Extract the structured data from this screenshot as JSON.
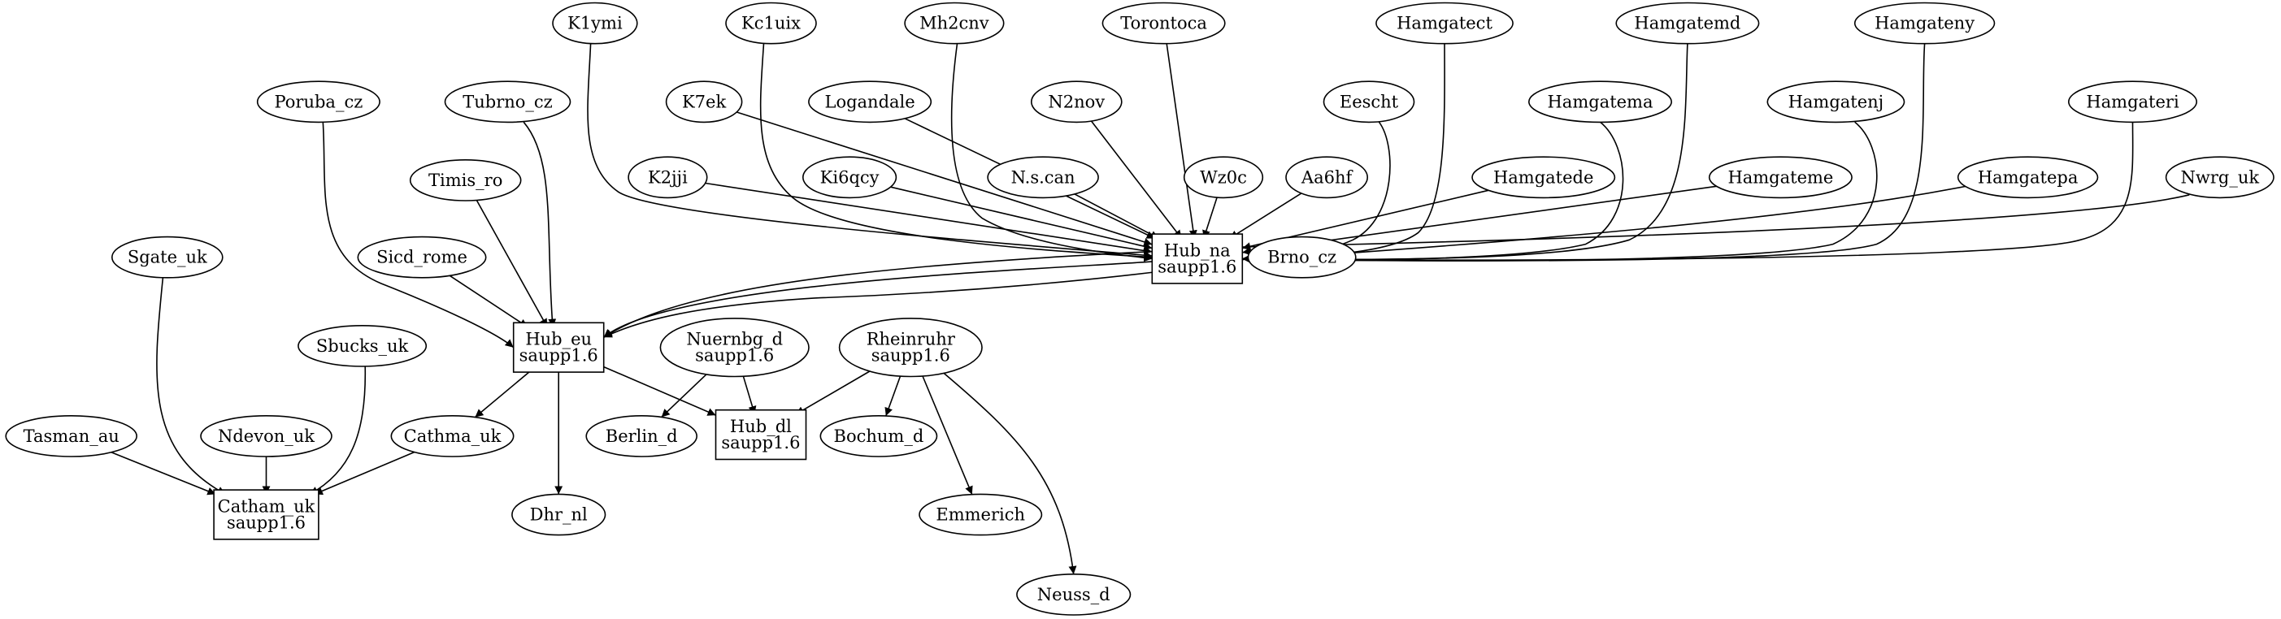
{
  "graph": {
    "nodes": [
      {
        "id": "K1ymi",
        "shape": "ellipse",
        "lines": [
          "K1ymi"
        ]
      },
      {
        "id": "Kc1uix",
        "shape": "ellipse",
        "lines": [
          "Kc1uix"
        ]
      },
      {
        "id": "Mh2cnv",
        "shape": "ellipse",
        "lines": [
          "Mh2cnv"
        ]
      },
      {
        "id": "Torontoca",
        "shape": "ellipse",
        "lines": [
          "Torontoca"
        ]
      },
      {
        "id": "Hamgatect",
        "shape": "ellipse",
        "lines": [
          "Hamgatect"
        ]
      },
      {
        "id": "Hamgatemd",
        "shape": "ellipse",
        "lines": [
          "Hamgatemd"
        ]
      },
      {
        "id": "Hamgateny",
        "shape": "ellipse",
        "lines": [
          "Hamgateny"
        ]
      },
      {
        "id": "Poruba_cz",
        "shape": "ellipse",
        "lines": [
          "Poruba_cz"
        ]
      },
      {
        "id": "Tubrno_cz",
        "shape": "ellipse",
        "lines": [
          "Tubrno_cz"
        ]
      },
      {
        "id": "K7ek",
        "shape": "ellipse",
        "lines": [
          "K7ek"
        ]
      },
      {
        "id": "Logandale",
        "shape": "ellipse",
        "lines": [
          "Logandale"
        ]
      },
      {
        "id": "N2nov",
        "shape": "ellipse",
        "lines": [
          "N2nov"
        ]
      },
      {
        "id": "Eescht",
        "shape": "ellipse",
        "lines": [
          "Eescht"
        ]
      },
      {
        "id": "Hamgatema",
        "shape": "ellipse",
        "lines": [
          "Hamgatema"
        ]
      },
      {
        "id": "Hamgatenj",
        "shape": "ellipse",
        "lines": [
          "Hamgatenj"
        ]
      },
      {
        "id": "Hamgateri",
        "shape": "ellipse",
        "lines": [
          "Hamgateri"
        ]
      },
      {
        "id": "Timis_ro",
        "shape": "ellipse",
        "lines": [
          "Timis_ro"
        ]
      },
      {
        "id": "K2jji",
        "shape": "ellipse",
        "lines": [
          "K2jji"
        ]
      },
      {
        "id": "Ki6qcy",
        "shape": "ellipse",
        "lines": [
          "Ki6qcy"
        ]
      },
      {
        "id": "Nscan",
        "shape": "ellipse",
        "lines": [
          "N.s.can"
        ]
      },
      {
        "id": "Wz0c",
        "shape": "ellipse",
        "lines": [
          "Wz0c"
        ]
      },
      {
        "id": "Aa6hf",
        "shape": "ellipse",
        "lines": [
          "Aa6hf"
        ]
      },
      {
        "id": "Hamgatede",
        "shape": "ellipse",
        "lines": [
          "Hamgatede"
        ]
      },
      {
        "id": "Hamgateme",
        "shape": "ellipse",
        "lines": [
          "Hamgateme"
        ]
      },
      {
        "id": "Hamgatepa",
        "shape": "ellipse",
        "lines": [
          "Hamgatepa"
        ]
      },
      {
        "id": "Nwrg_uk",
        "shape": "ellipse",
        "lines": [
          "Nwrg_uk"
        ]
      },
      {
        "id": "Sgate_uk",
        "shape": "ellipse",
        "lines": [
          "Sgate_uk"
        ]
      },
      {
        "id": "Sicd_rome",
        "shape": "ellipse",
        "lines": [
          "Sicd_rome"
        ]
      },
      {
        "id": "Hub_na",
        "shape": "box",
        "lines": [
          "Hub_na",
          "saupp1.6"
        ]
      },
      {
        "id": "Brno_cz",
        "shape": "ellipse",
        "lines": [
          "Brno_cz"
        ]
      },
      {
        "id": "Sbucks_uk",
        "shape": "ellipse",
        "lines": [
          "Sbucks_uk"
        ]
      },
      {
        "id": "Hub_eu",
        "shape": "box",
        "lines": [
          "Hub_eu",
          "saupp1.6"
        ]
      },
      {
        "id": "Nuernbg_d",
        "shape": "ellipse",
        "lines": [
          "Nuernbg_d",
          "saupp1.6"
        ]
      },
      {
        "id": "Rheinruhr",
        "shape": "ellipse",
        "lines": [
          "Rheinruhr",
          "saupp1.6"
        ]
      },
      {
        "id": "Tasman_au",
        "shape": "ellipse",
        "lines": [
          "Tasman_au"
        ]
      },
      {
        "id": "Ndevon_uk",
        "shape": "ellipse",
        "lines": [
          "Ndevon_uk"
        ]
      },
      {
        "id": "Cathma_uk",
        "shape": "ellipse",
        "lines": [
          "Cathma_uk"
        ]
      },
      {
        "id": "Berlin_d",
        "shape": "ellipse",
        "lines": [
          "Berlin_d"
        ]
      },
      {
        "id": "Hub_dl",
        "shape": "box",
        "lines": [
          "Hub_dl",
          "saupp1.6"
        ]
      },
      {
        "id": "Bochum_d",
        "shape": "ellipse",
        "lines": [
          "Bochum_d"
        ]
      },
      {
        "id": "Catham_uk",
        "shape": "box",
        "lines": [
          "Catham_uk",
          "saupp1.6"
        ]
      },
      {
        "id": "Dhr_nl",
        "shape": "ellipse",
        "lines": [
          "Dhr_nl"
        ]
      },
      {
        "id": "Emmerich",
        "shape": "ellipse",
        "lines": [
          "Emmerich"
        ]
      },
      {
        "id": "Neuss_d",
        "shape": "ellipse",
        "lines": [
          "Neuss_d"
        ]
      }
    ],
    "edges": [
      {
        "from": "K1ymi",
        "to": "Hub_na"
      },
      {
        "from": "Kc1uix",
        "to": "Hub_na"
      },
      {
        "from": "Mh2cnv",
        "to": "Hub_na"
      },
      {
        "from": "Torontoca",
        "to": "Hub_na"
      },
      {
        "from": "Hamgatect",
        "to": "Hub_na"
      },
      {
        "from": "Hamgatemd",
        "to": "Hub_na"
      },
      {
        "from": "Hamgateny",
        "to": "Hub_na"
      },
      {
        "from": "K7ek",
        "to": "Hub_na"
      },
      {
        "from": "Logandale",
        "to": "Hub_na"
      },
      {
        "from": "N2nov",
        "to": "Hub_na"
      },
      {
        "from": "Eescht",
        "to": "Hub_na"
      },
      {
        "from": "Hamgatema",
        "to": "Hub_na"
      },
      {
        "from": "Hamgatenj",
        "to": "Hub_na"
      },
      {
        "from": "Hamgateri",
        "to": "Hub_na"
      },
      {
        "from": "K2jji",
        "to": "Hub_na"
      },
      {
        "from": "Ki6qcy",
        "to": "Hub_na"
      },
      {
        "from": "Nscan",
        "to": "Hub_na"
      },
      {
        "from": "Wz0c",
        "to": "Hub_na"
      },
      {
        "from": "Aa6hf",
        "to": "Hub_na"
      },
      {
        "from": "Hamgatede",
        "to": "Hub_na"
      },
      {
        "from": "Hamgateme",
        "to": "Hub_na"
      },
      {
        "from": "Hamgatepa",
        "to": "Hub_na"
      },
      {
        "from": "Poruba_cz",
        "to": "Hub_eu"
      },
      {
        "from": "Tubrno_cz",
        "to": "Hub_eu"
      },
      {
        "from": "Timis_ro",
        "to": "Hub_eu"
      },
      {
        "from": "Sicd_rome",
        "to": "Hub_eu"
      },
      {
        "from": "Hub_na",
        "to": "Hub_eu"
      },
      {
        "from": "Nwrg_uk",
        "to": "Hub_eu"
      },
      {
        "from": "Brno_cz",
        "to": "Hub_eu"
      },
      {
        "from": "Hub_eu",
        "to": "Cathma_uk"
      },
      {
        "from": "Hub_eu",
        "to": "Dhr_nl"
      },
      {
        "from": "Hub_eu",
        "to": "Hub_dl"
      },
      {
        "from": "Nuernbg_d",
        "to": "Berlin_d"
      },
      {
        "from": "Nuernbg_d",
        "to": "Hub_dl"
      },
      {
        "from": "Rheinruhr",
        "to": "Hub_dl"
      },
      {
        "from": "Rheinruhr",
        "to": "Bochum_d"
      },
      {
        "from": "Rheinruhr",
        "to": "Emmerich"
      },
      {
        "from": "Rheinruhr",
        "to": "Neuss_d"
      },
      {
        "from": "Sgate_uk",
        "to": "Catham_uk"
      },
      {
        "from": "Sbucks_uk",
        "to": "Catham_uk"
      },
      {
        "from": "Tasman_au",
        "to": "Catham_uk"
      },
      {
        "from": "Ndevon_uk",
        "to": "Catham_uk"
      },
      {
        "from": "Cathma_uk",
        "to": "Catham_uk"
      }
    ]
  }
}
